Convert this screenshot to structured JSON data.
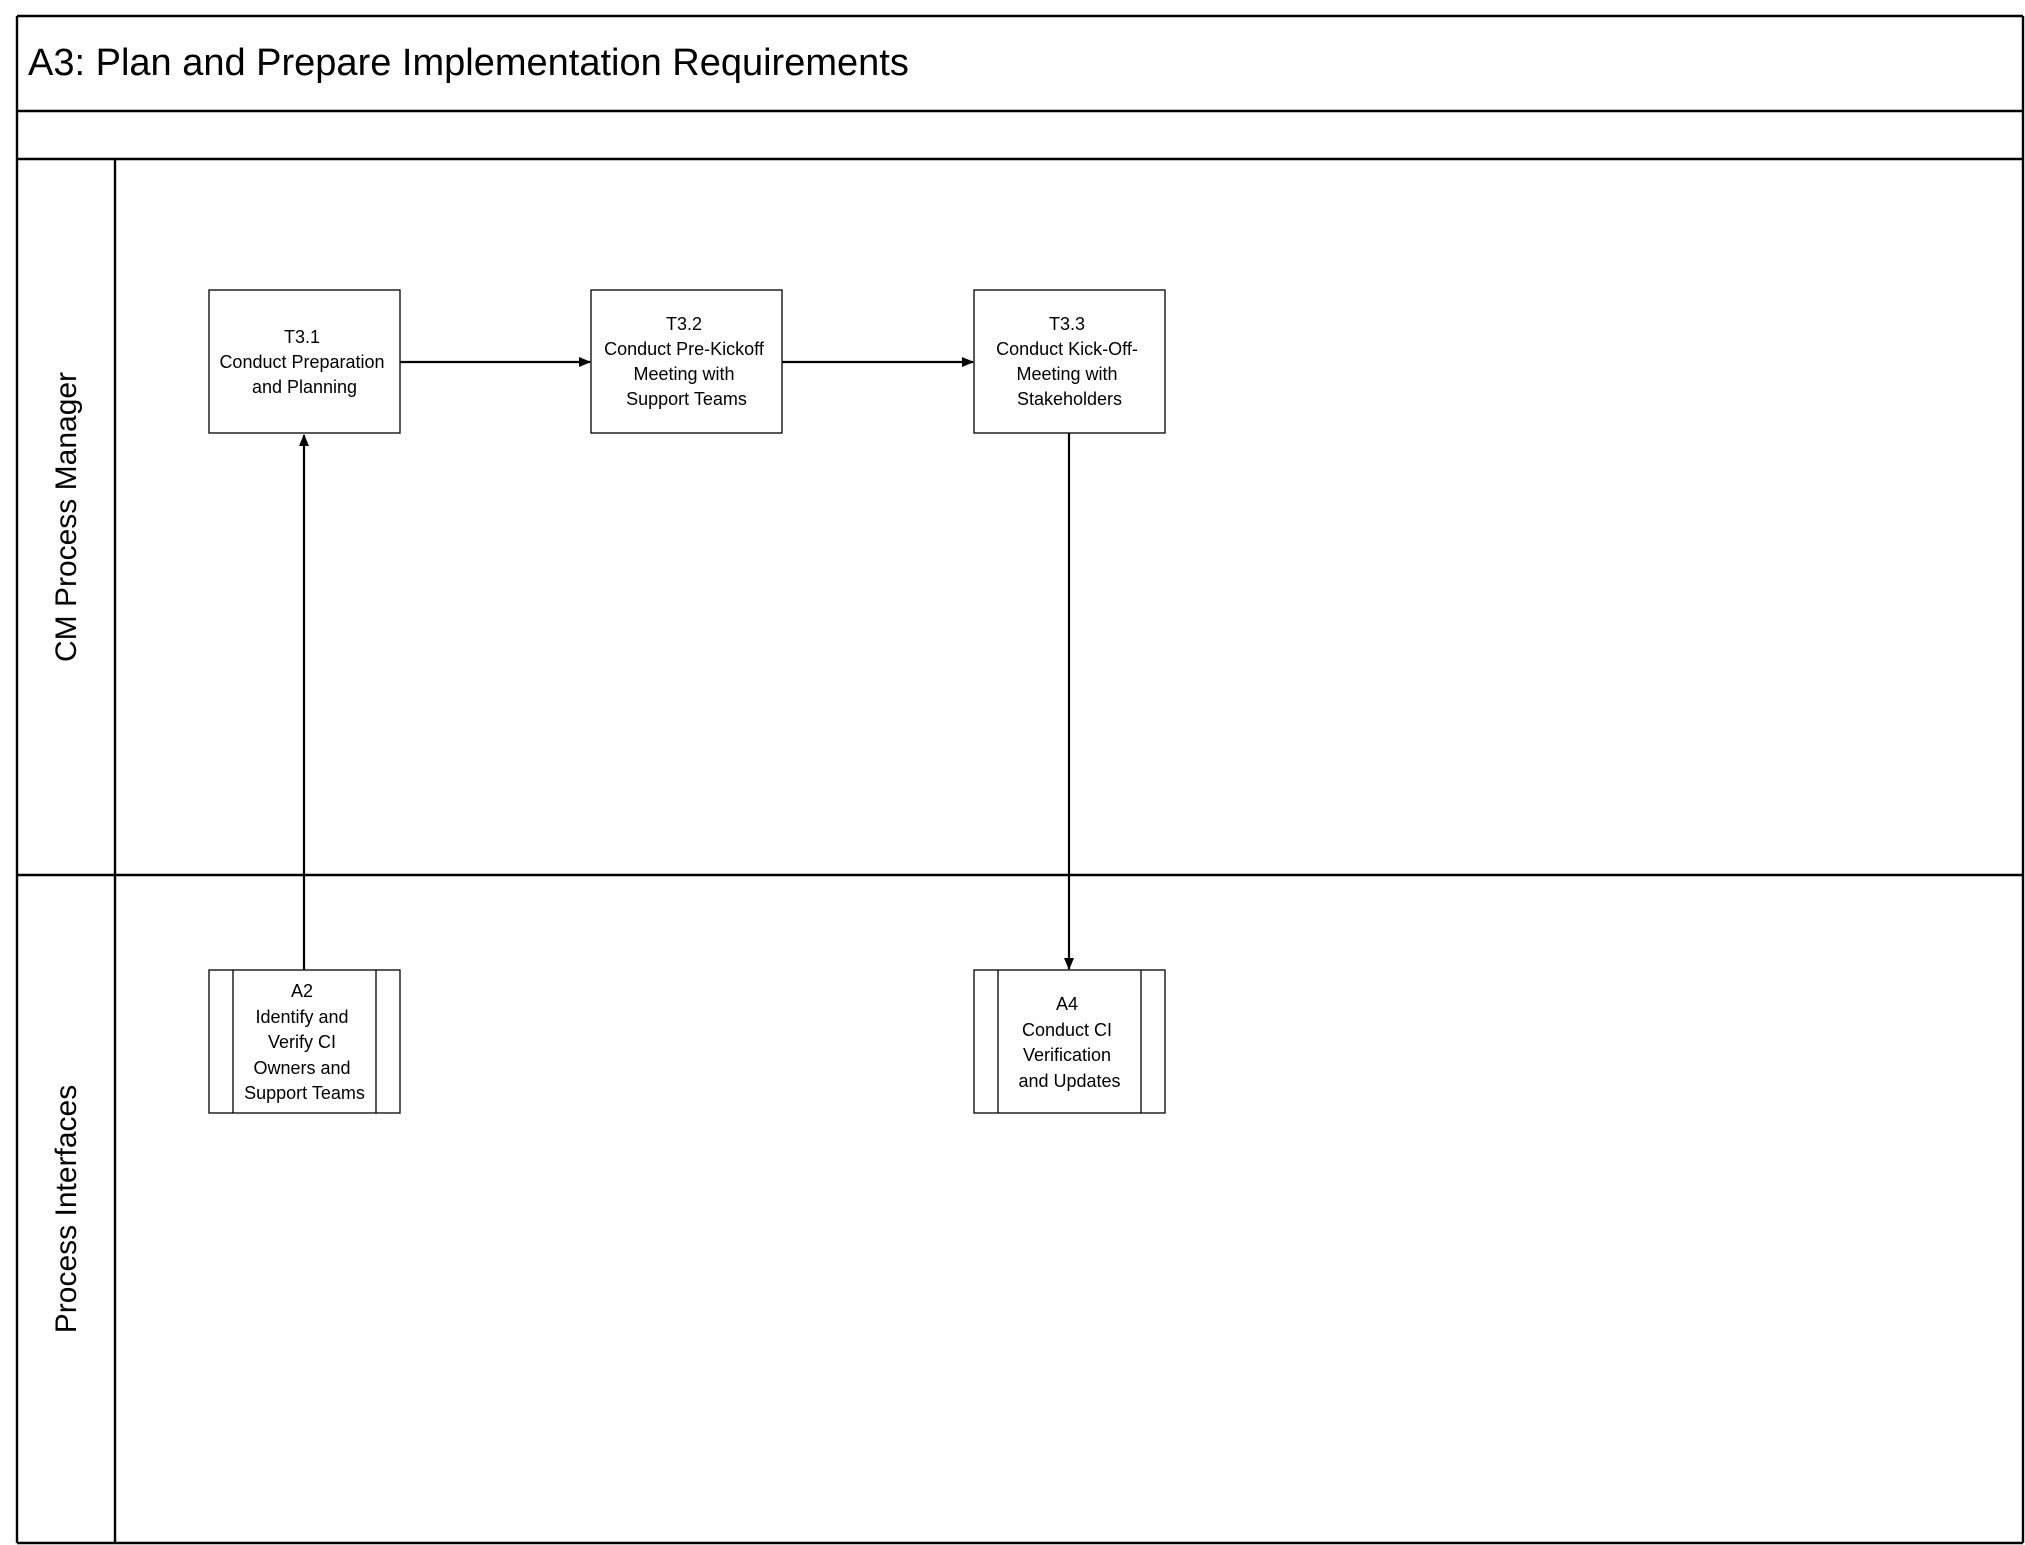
{
  "title": "A3: Plan and Prepare Implementation Requirements",
  "subheader": "",
  "lanes": [
    {
      "id": "cm-process-manager",
      "label": "CM Process Manager"
    },
    {
      "id": "process-interfaces",
      "label": "Process Interfaces"
    }
  ],
  "tasks": [
    {
      "id": "t3-1",
      "lines": [
        "T3.1",
        "Conduct Preparation",
        "and Planning"
      ]
    },
    {
      "id": "t3-2",
      "lines": [
        "T3.2",
        "Conduct Pre-Kickoff",
        "Meeting with",
        "Support Teams"
      ]
    },
    {
      "id": "t3-3",
      "lines": [
        "T3.3",
        "Conduct Kick-Off-",
        "Meeting with",
        "Stakeholders"
      ]
    }
  ],
  "interfaces": [
    {
      "id": "a2",
      "lines": [
        "A2",
        "Identify and",
        "Verify CI",
        "Owners and",
        "Support Teams"
      ]
    },
    {
      "id": "a4",
      "lines": [
        "A4",
        "Conduct CI",
        "Verification",
        "and Updates"
      ]
    }
  ],
  "connections": [
    {
      "from": "a2",
      "to": "t3-1"
    },
    {
      "from": "t3-1",
      "to": "t3-2"
    },
    {
      "from": "t3-2",
      "to": "t3-3"
    },
    {
      "from": "t3-3",
      "to": "a4"
    }
  ]
}
